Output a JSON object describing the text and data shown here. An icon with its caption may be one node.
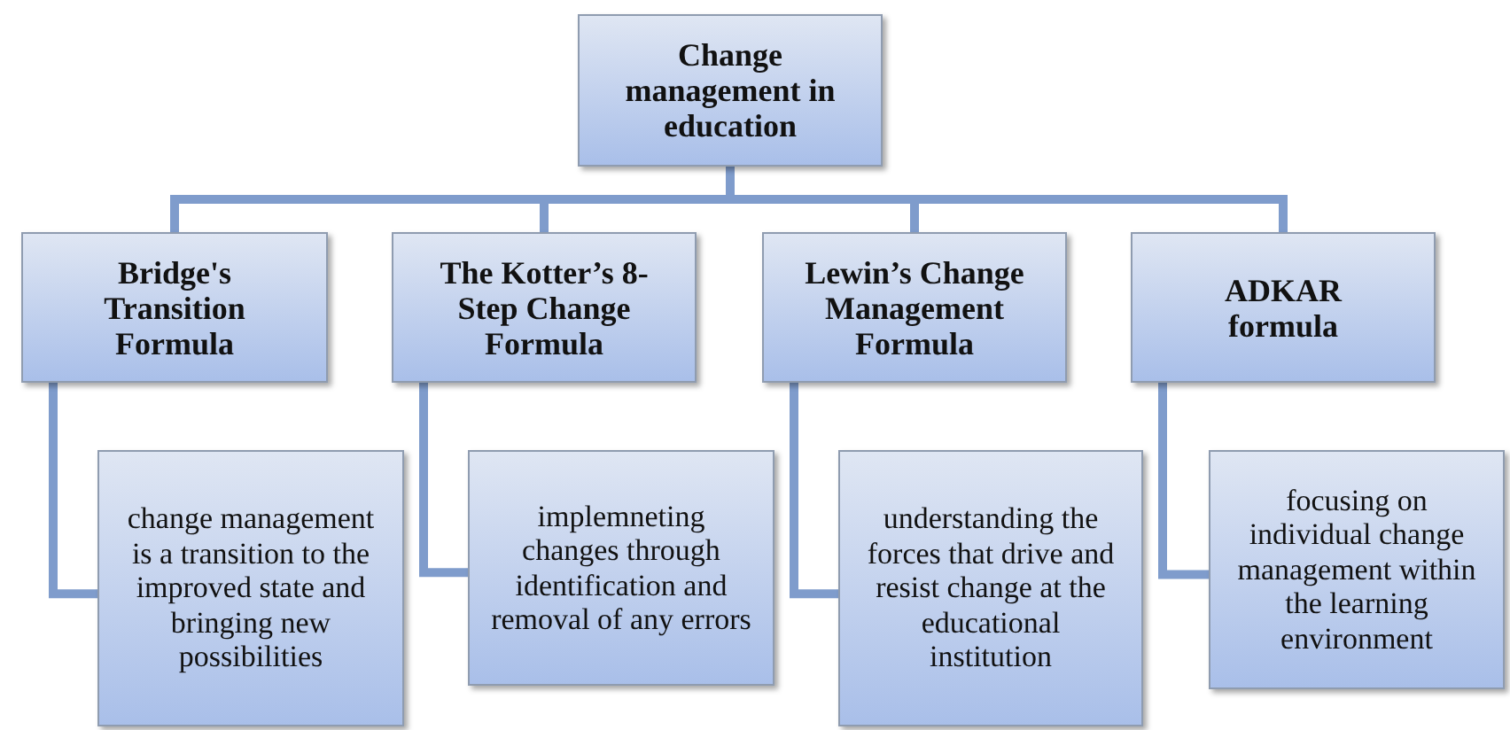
{
  "diagram": {
    "nodes": [
      {
        "text": [
          "Change management in education"
        ]
      },
      {
        "text": [
          "Bridge's Transition Formula"
        ]
      },
      {
        "text": [
          "The Kotter’s 8-Step Change Formula"
        ]
      },
      {
        "text": [
          "Lewin’s Change Management Formula"
        ]
      },
      {
        "text": [
          "ADKAR formula"
        ]
      },
      {
        "text": [
          "change management is a transition to the improved state and bringing new possibilities"
        ]
      },
      {
        "text": [
          "implemneting changes through identification and removal of any errors"
        ]
      },
      {
        "text": [
          "understanding the forces that drive and resist change at the educational institution"
        ]
      },
      {
        "text": [
          "focusing on individual change management within the learning environment"
        ]
      }
    ],
    "edges": [
      {
        "from": 0,
        "to": 1,
        "arrow": "none"
      },
      {
        "from": 0,
        "to": 2,
        "arrow": "none"
      },
      {
        "from": 0,
        "to": 3,
        "arrow": "none"
      },
      {
        "from": 0,
        "to": 4,
        "arrow": "none"
      },
      {
        "from": 1,
        "to": 5,
        "arrow": "none"
      },
      {
        "from": 2,
        "to": 6,
        "arrow": "none"
      },
      {
        "from": 3,
        "to": 7,
        "arrow": "none"
      },
      {
        "from": 4,
        "to": 8,
        "arrow": "none"
      }
    ]
  }
}
